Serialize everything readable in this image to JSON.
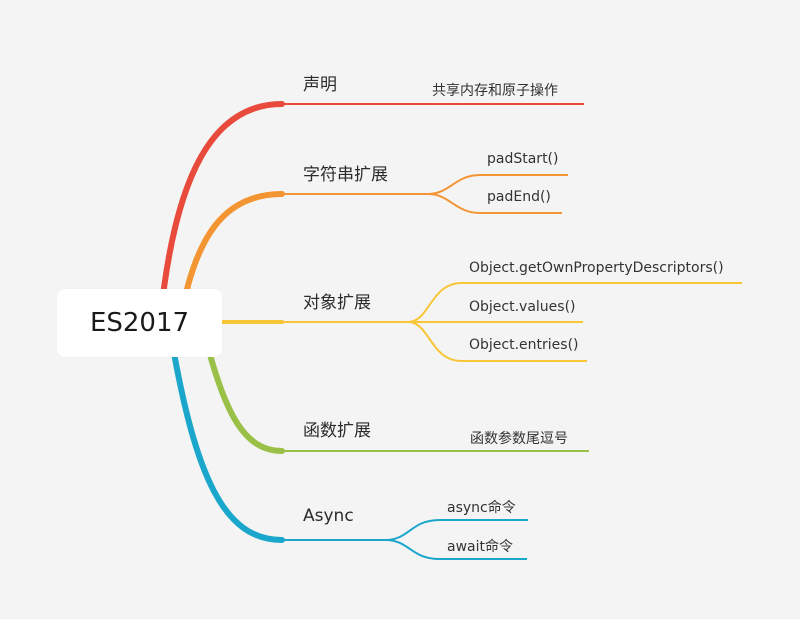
{
  "root": {
    "label": "ES2017"
  },
  "branches": [
    {
      "label": "声明",
      "color": "#e84a3c",
      "leaves": [
        "共享内存和原子操作"
      ]
    },
    {
      "label": "字符串扩展",
      "color": "#f39533",
      "leaves": [
        "padStart()",
        "padEnd()"
      ]
    },
    {
      "label": "对象扩展",
      "color": "#f7c536",
      "leaves": [
        "Object.getOwnPropertyDescriptors()",
        "Object.values()",
        "Object.entries()"
      ]
    },
    {
      "label": "函数扩展",
      "color": "#9ac047",
      "leaves": [
        "函数参数尾逗号"
      ]
    },
    {
      "label": "Async",
      "color": "#1ba6cc",
      "leaves": [
        "async命令",
        "await命令"
      ]
    }
  ]
}
